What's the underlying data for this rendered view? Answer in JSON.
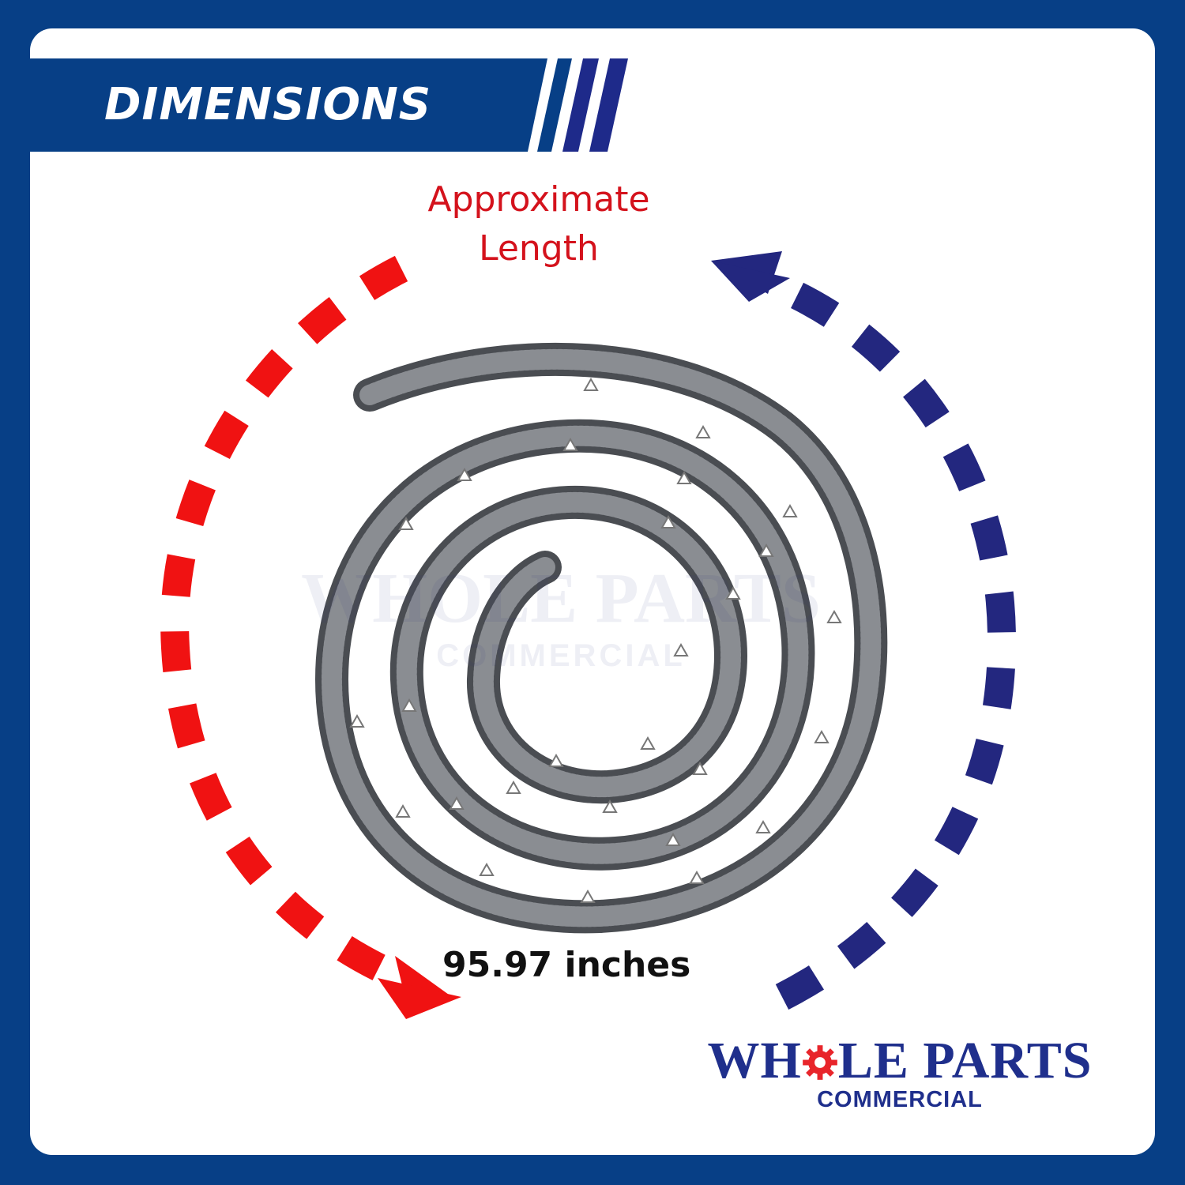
{
  "header": {
    "title": "DIMENSIONS"
  },
  "measurement": {
    "caption": "Approximate\nLength",
    "value_label": "95.97 inches"
  },
  "watermark": {
    "brand": "WHOLE PARTS",
    "sub": "COMMERCIAL"
  },
  "logo": {
    "brand_part1": "WH",
    "brand_part2": "LE PARTS",
    "sub": "COMMERCIAL"
  },
  "colors": {
    "frame_blue": "#073f86",
    "banner_blue": "#073f86",
    "accent_red": "#f01212",
    "accent_blue": "#23277f",
    "caption_red": "#d4121c",
    "logo_blue": "#1f2f8c",
    "gear_red": "#e8252b"
  },
  "icons": [
    "gear-icon",
    "red-dashed-arrow-icon",
    "blue-dashed-arrow-icon",
    "coiled-gasket-image"
  ]
}
